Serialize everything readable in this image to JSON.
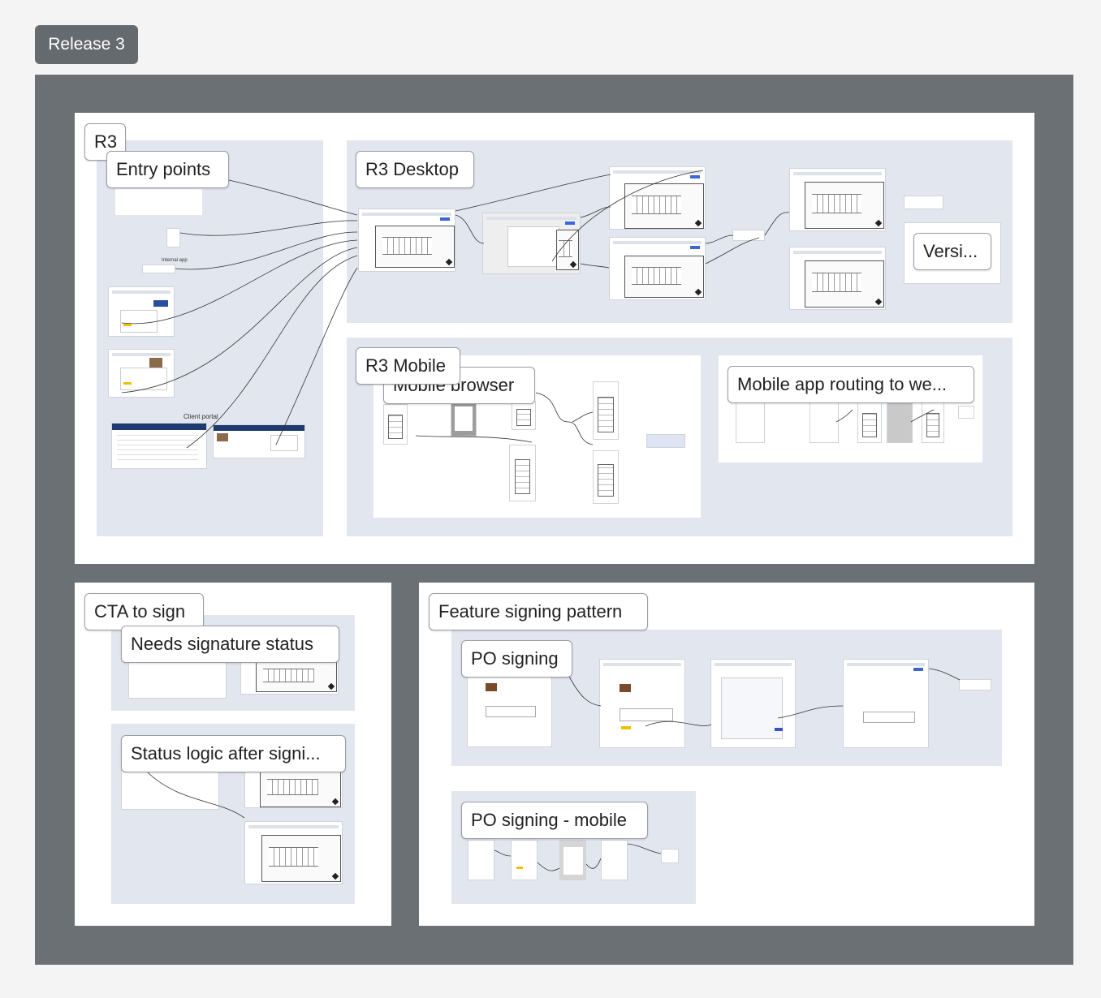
{
  "release_label": "Release 3",
  "r3": {
    "label": "R3",
    "entry_points": {
      "label": "Entry points",
      "internal_app_note": "Internal app",
      "client_portal_note": "Client portal"
    },
    "desktop": {
      "label": "R3 Desktop",
      "versions_label": "Versi..."
    },
    "mobile": {
      "label": "R3 Mobile",
      "mobile_browser_label": "Mobile browser",
      "mobile_app_label": "Mobile app routing to we..."
    }
  },
  "cta": {
    "label": "CTA to sign",
    "needs_signature_label": "Needs signature status",
    "status_logic_label": "Status logic after signi..."
  },
  "feature": {
    "label": "Feature signing pattern",
    "po_signing_label": "PO signing",
    "po_signing_mobile_label": "PO signing - mobile"
  },
  "colors": {
    "page_bg": "#f4f4f4",
    "outer_frame": "#6b7075",
    "section_bg": "#e2e6ee",
    "label_bg": "#ffffff",
    "accent": "#3b66d9"
  }
}
